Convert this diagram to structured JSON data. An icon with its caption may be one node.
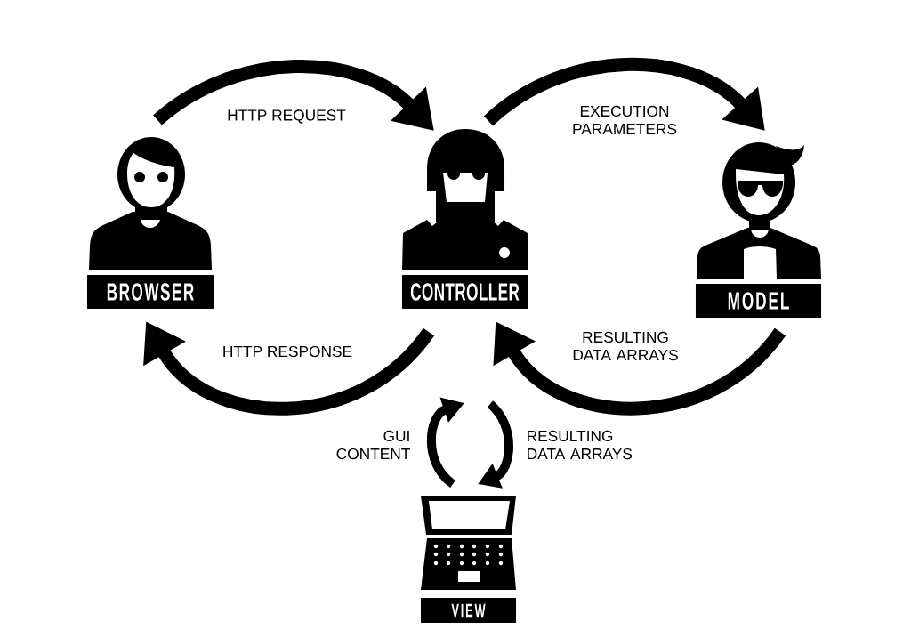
{
  "diagram": {
    "nodes": [
      {
        "text": [
          "BROWSER"
        ]
      },
      {
        "text": [
          "CONTROLLER"
        ]
      },
      {
        "text": [
          "MODEL"
        ]
      },
      {
        "text": [
          "VIEW"
        ]
      }
    ],
    "edges": [
      {
        "from": 0,
        "to": 1,
        "arrow": "to",
        "label": "HTTP REQUEST"
      },
      {
        "from": 1,
        "to": 2,
        "arrow": "to",
        "label": "EXECUTION PARAMETERS"
      },
      {
        "from": 1,
        "to": 0,
        "arrow": "to",
        "label": "HTTP RESPONSE"
      },
      {
        "from": 2,
        "to": 1,
        "arrow": "to",
        "label": "RESULTING DATA ARRAYS"
      },
      {
        "from": 3,
        "to": null,
        "arrow": "to",
        "label": "GUI CONTENT"
      },
      {
        "from": null,
        "to": 3,
        "arrow": "to",
        "label": "RESULTING DATA ARRAYS"
      }
    ]
  }
}
